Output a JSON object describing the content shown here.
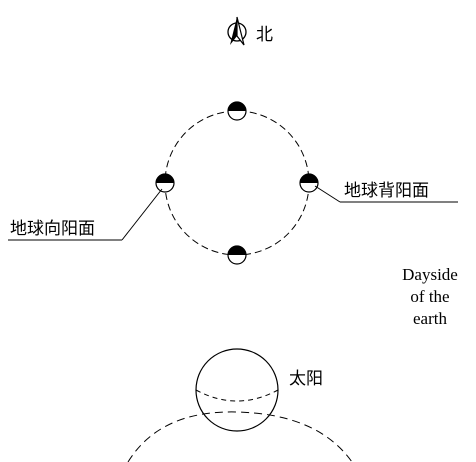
{
  "compass": {
    "label": "北"
  },
  "labels": {
    "earth_dayside": "地球向阳面",
    "earth_nightside": "地球背阳面",
    "sun": "太阳"
  },
  "caption": {
    "line1": "Dayside",
    "line2": "of the",
    "line3": "earth"
  },
  "colors": {
    "ink": "#000000",
    "background": "#ffffff"
  },
  "icons": [
    "north-arrow-icon"
  ]
}
